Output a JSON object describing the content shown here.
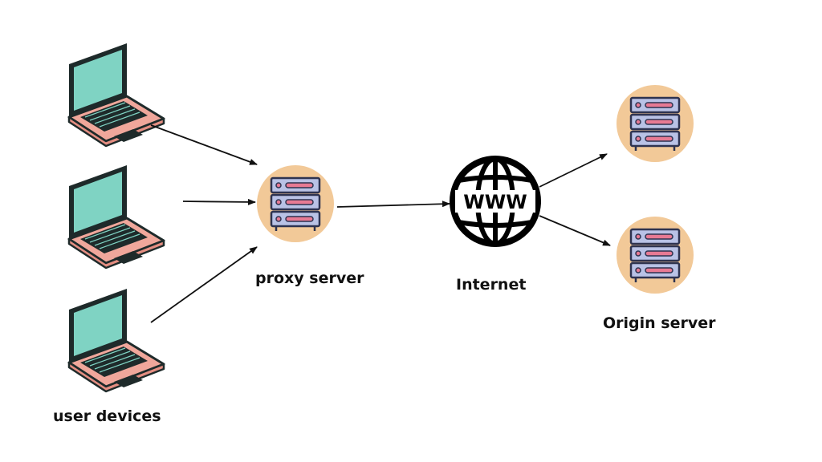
{
  "labels": {
    "user_devices": "user devices",
    "proxy_server": "proxy server",
    "internet": "Internet",
    "origin_server": "Origin server",
    "www": "WWW"
  },
  "colors": {
    "laptop_screen": "#7fd3c3",
    "laptop_base": "#f0a79b",
    "outline": "#1e2a2a",
    "server_circle": "#f2c998",
    "server_body": "#b9c2e6",
    "server_outline": "#2e3350",
    "server_slot": "#e77a94",
    "arrow": "#111111",
    "globe": "#000000"
  },
  "icons": [
    "laptop-icon",
    "server-icon",
    "globe-www-icon"
  ]
}
